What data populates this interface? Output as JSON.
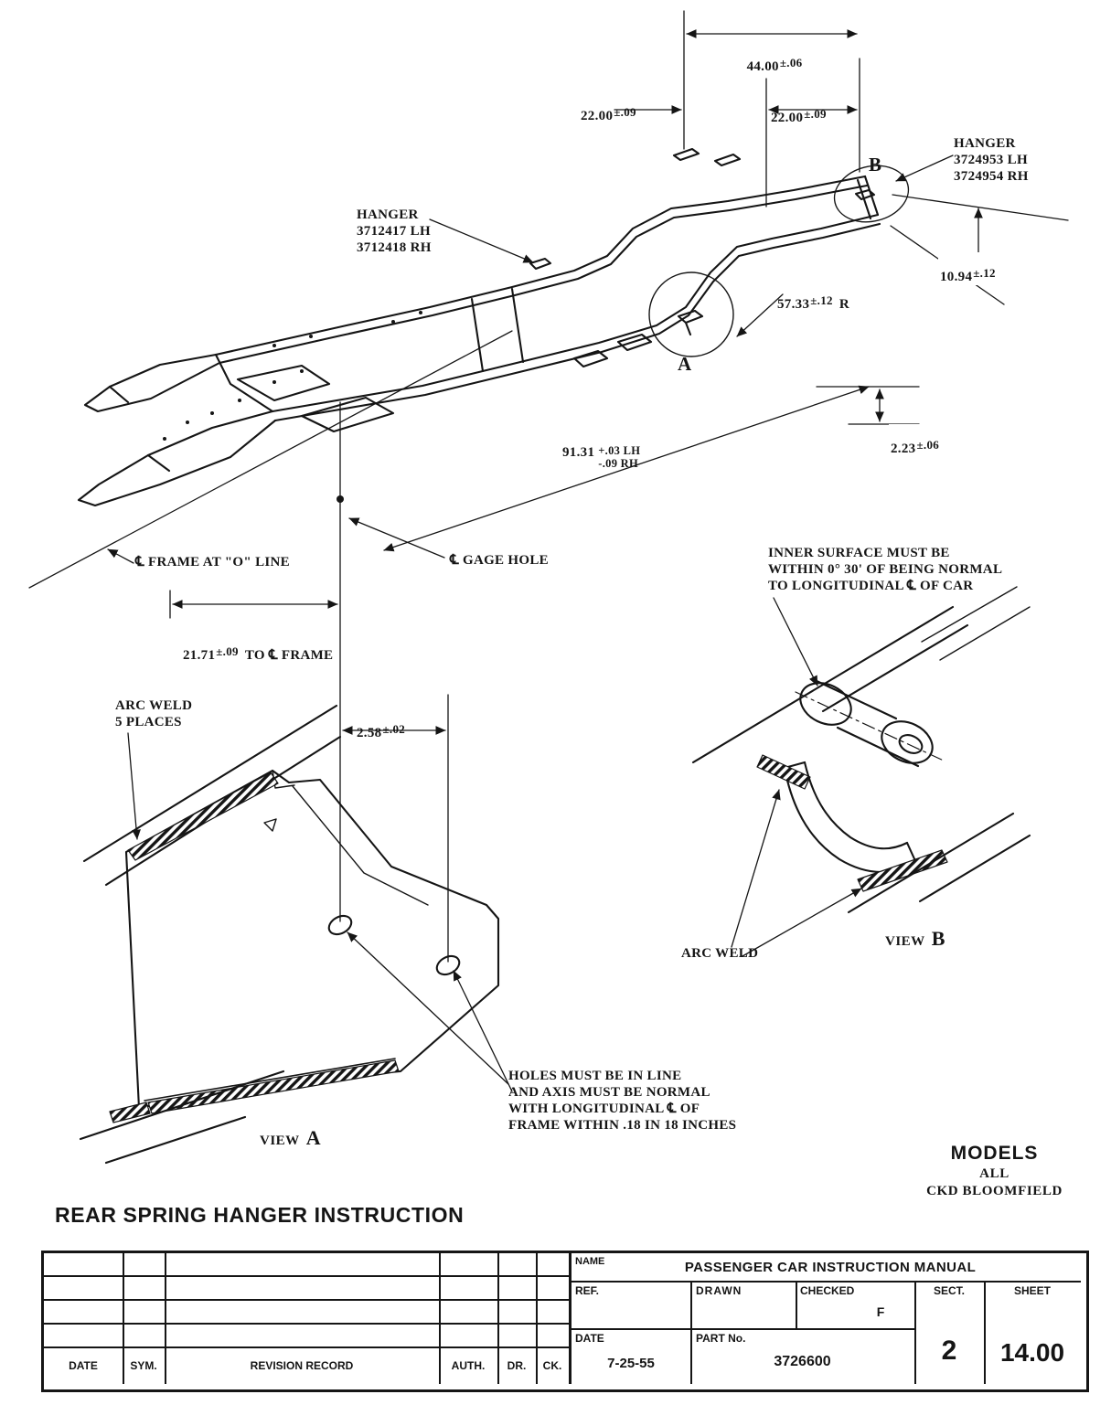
{
  "page": {
    "title": "REAR SPRING HANGER INSTRUCTION"
  },
  "frame": {
    "hanger_front": "HANGER\n3712417 LH\n3712418 RH",
    "hanger_rear": "HANGER\n3724953 LH\n3724954 RH",
    "marker_a": "A",
    "marker_b": "B",
    "cl_frame_o_line": "℄ FRAME AT \"O\" LINE",
    "cl_gage_hole": "℄ GAGE HOLE",
    "dims": {
      "d44": {
        "v": "44.00",
        "t": "±.06"
      },
      "d22l": {
        "v": "22.00",
        "t": "±.09"
      },
      "d22r": {
        "v": "22.00",
        "t": "±.09"
      },
      "d1094": {
        "v": "10.94",
        "t": "±.12"
      },
      "d5733": {
        "v": "57.33",
        "t": "±.12",
        "s": "R"
      },
      "d223": {
        "v": "2.23",
        "t": "±.06"
      },
      "d9131": {
        "v": "91.31",
        "tol_top": "+.03 LH",
        "tol_bottom": "-.09 RH"
      }
    }
  },
  "view_a": {
    "arc_weld_note": "ARC WELD\n5 PLACES",
    "d2171": {
      "v": "21.71",
      "t": "±.09",
      "s": "TO ℄ FRAME"
    },
    "d258": {
      "v": "2.58",
      "t": "±.02"
    },
    "caption_word": "VIEW",
    "caption_letter": "A",
    "holes_note": "HOLES MUST BE IN LINE\nAND AXIS MUST BE NORMAL\nWITH LONGITUDINAL ℄ OF\nFRAME WITHIN .18 IN 18 INCHES"
  },
  "view_b": {
    "inner_surface_note": "INNER SURFACE MUST BE\nWITHIN 0° 30' OF BEING NORMAL\nTO LONGITUDINAL ℄ OF CAR",
    "arc_weld_note": "ARC WELD",
    "caption_word": "VIEW",
    "caption_letter": "B"
  },
  "models": {
    "heading": "MODELS",
    "line1": "ALL",
    "line2": "CKD BLOOMFIELD"
  },
  "title_block": {
    "name_label": "NAME",
    "name_value": "PASSENGER CAR INSTRUCTION MANUAL",
    "ref_label": "REF.",
    "drawn_label": "DRAWN",
    "checked_label": "CHECKED",
    "checked_value": "F",
    "sect_label": "SECT.",
    "sect_value": "2",
    "sheet_label": "SHEET",
    "sheet_value": "14.00",
    "date_label": "DATE",
    "date_value": "7-25-55",
    "part_label": "PART No.",
    "part_value": "3726600",
    "rev_cols": [
      "DATE",
      "SYM.",
      "REVISION RECORD",
      "AUTH.",
      "DR.",
      "CK."
    ]
  }
}
